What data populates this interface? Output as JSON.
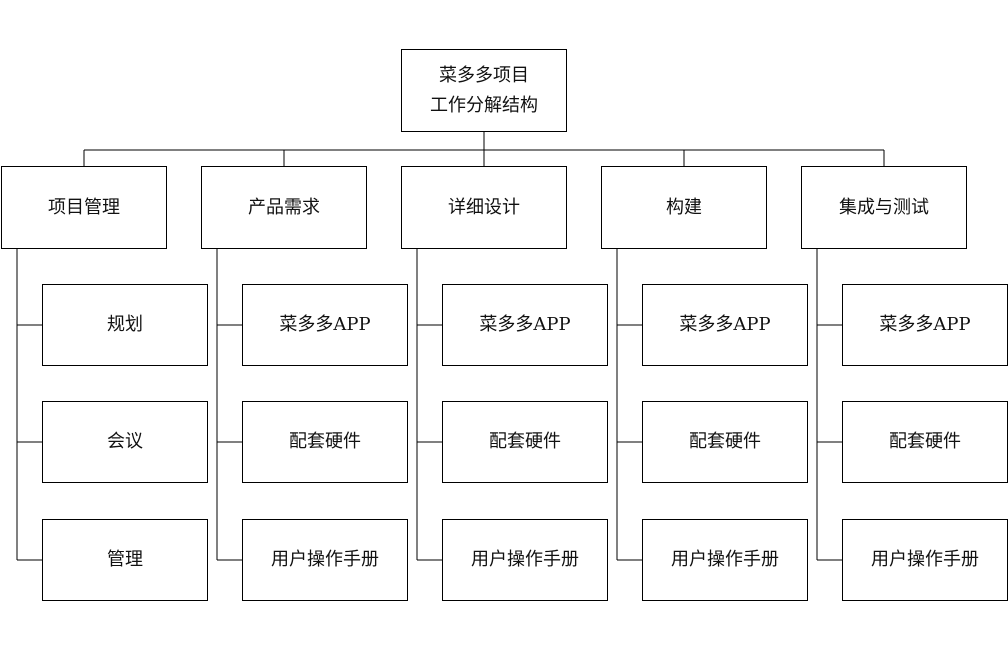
{
  "wbs": {
    "root": {
      "title_line1": "菜多多项目",
      "title_line2": "工作分解结构"
    },
    "categories": [
      {
        "label": "项目管理",
        "children": [
          "规划",
          "会议",
          "管理"
        ]
      },
      {
        "label": "产品需求",
        "children": [
          "菜多多APP",
          "配套硬件",
          "用户操作手册"
        ]
      },
      {
        "label": "详细设计",
        "children": [
          "菜多多APP",
          "配套硬件",
          "用户操作手册"
        ]
      },
      {
        "label": "构建",
        "children": [
          "菜多多APP",
          "配套硬件",
          "用户操作手册"
        ]
      },
      {
        "label": "集成与测试",
        "children": [
          "菜多多APP",
          "配套硬件",
          "用户操作手册"
        ]
      }
    ]
  }
}
